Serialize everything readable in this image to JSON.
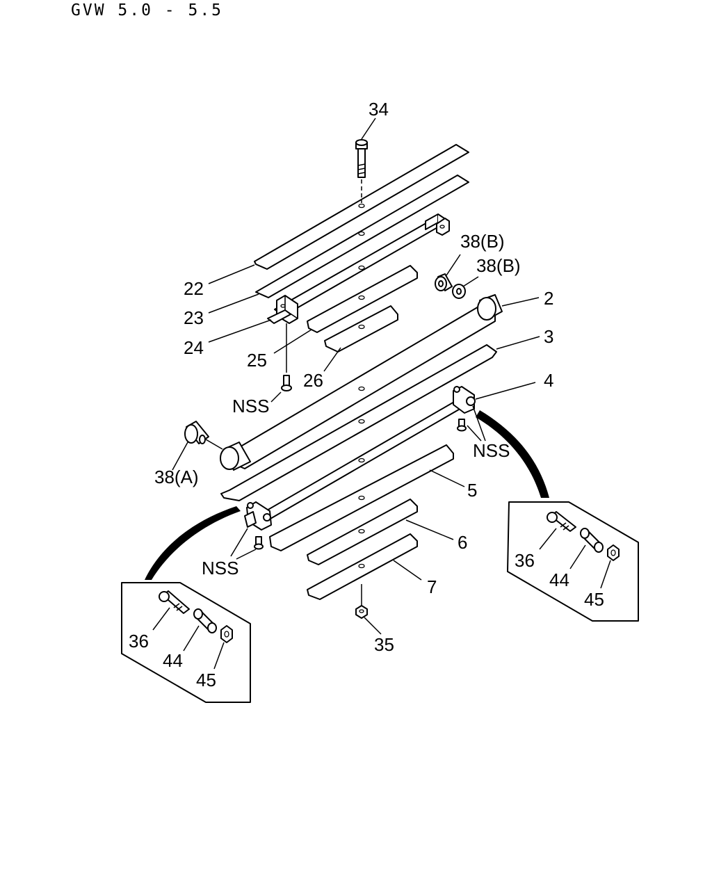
{
  "header": {
    "title": "GVW 5.0 - 5.5"
  },
  "callouts": {
    "c34": "34",
    "c38b1": "38(B)",
    "c38b2": "38(B)",
    "c2": "2",
    "c3": "3",
    "c4": "4",
    "c22": "22",
    "c23": "23",
    "c24": "24",
    "c25": "25",
    "c26": "26",
    "nss1": "NSS",
    "nss2": "NSS",
    "nss3": "NSS",
    "c38a": "38(A)",
    "c5": "5",
    "c6": "6",
    "c7": "7",
    "c35": "35"
  },
  "detail_right": {
    "bolt": "36",
    "collar": "44",
    "nut": "45"
  },
  "detail_left": {
    "bolt": "36",
    "collar": "44",
    "nut": "45"
  },
  "icons": [
    "bolt-icon",
    "nut-icon",
    "bushing-icon",
    "leaf-spring-icon",
    "bracket-icon"
  ]
}
